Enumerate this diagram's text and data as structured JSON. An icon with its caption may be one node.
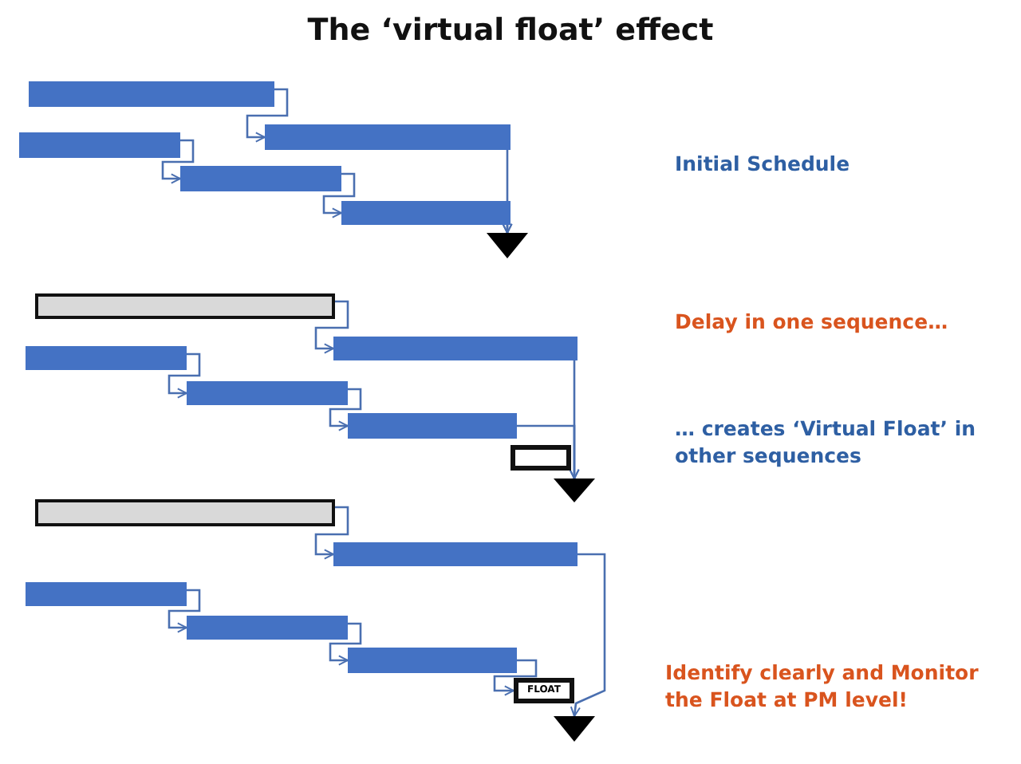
{
  "diagram": {
    "title": "The ‘virtual float’ effect",
    "nodes": [
      {
        "text": [],
        "shape": "bar"
      },
      {
        "text": [],
        "shape": "bar"
      },
      {
        "text": [],
        "shape": "bar"
      },
      {
        "text": [],
        "shape": "bar"
      },
      {
        "text": [],
        "shape": "bar"
      },
      {
        "text": [],
        "shape": "triangle"
      },
      {
        "text": [],
        "shape": "bar"
      },
      {
        "text": [],
        "shape": "bar"
      },
      {
        "text": [],
        "shape": "bar"
      },
      {
        "text": [],
        "shape": "bar"
      },
      {
        "text": [],
        "shape": "bar"
      },
      {
        "text": [],
        "shape": "box"
      },
      {
        "text": [],
        "shape": "triangle"
      },
      {
        "text": [],
        "shape": "bar"
      },
      {
        "text": [],
        "shape": "bar"
      },
      {
        "text": [],
        "shape": "bar"
      },
      {
        "text": [],
        "shape": "bar"
      },
      {
        "text": [],
        "shape": "bar"
      },
      {
        "text": [
          "FLOAT"
        ]
      },
      {
        "text": [],
        "shape": "triangle"
      }
    ],
    "edges": [
      {
        "from": 0,
        "to": 1,
        "arrow": "to"
      },
      {
        "from": 2,
        "to": 3,
        "arrow": "to"
      },
      {
        "from": 3,
        "to": 4,
        "arrow": "to"
      },
      {
        "from": 1,
        "to": 5,
        "arrow": "to"
      },
      {
        "from": 4,
        "to": 5,
        "arrow": "to"
      },
      {
        "from": 6,
        "to": 7,
        "arrow": "to"
      },
      {
        "from": 8,
        "to": 9,
        "arrow": "to"
      },
      {
        "from": 9,
        "to": 10,
        "arrow": "to"
      },
      {
        "from": 7,
        "to": 12,
        "arrow": "to"
      },
      {
        "from": 10,
        "to": 12,
        "arrow": "to"
      },
      {
        "from": 13,
        "to": 14,
        "arrow": "to"
      },
      {
        "from": 15,
        "to": 16,
        "arrow": "to"
      },
      {
        "from": 16,
        "to": 17,
        "arrow": "to"
      },
      {
        "from": 17,
        "to": 18,
        "arrow": "to"
      },
      {
        "from": 14,
        "to": 19,
        "arrow": "to"
      }
    ],
    "labels": [
      "Initial Schedule",
      "Delay in one sequence…",
      "… creates ‘Virtual Float’ in other sequences",
      "Identify clearly and Monitor the Float at PM level!"
    ]
  }
}
